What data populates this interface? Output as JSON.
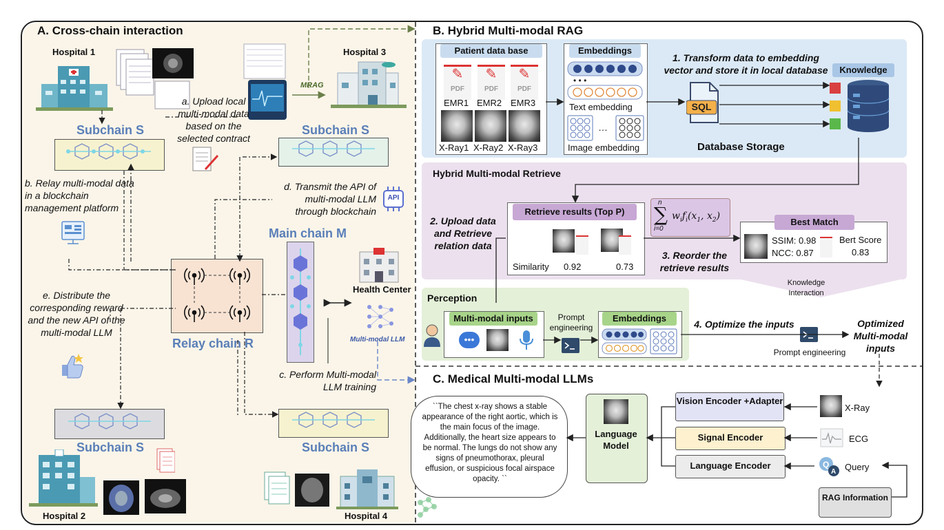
{
  "sections": {
    "a": "A. Cross-chain interaction",
    "b": "B. Hybrid Multi-modal RAG",
    "c": "C. Medical Multi-modal LLMs"
  },
  "hospitals": {
    "h1": "Hospital 1",
    "h2": "Hospital 2",
    "h3": "Hospital 3",
    "h4": "Hospital 4",
    "health_center": "Health Center"
  },
  "chains": {
    "subchain": "Subchain S",
    "main": "Main chain M",
    "relay": "Relay chain R"
  },
  "crosschain_notes": {
    "a": "a. Upload local multi-modal data based on the selected contract",
    "b": "b. Relay multi-modal data in a blockchain management platform",
    "c": "c. Perform Multi-modal LLM training",
    "d": "d. Transmit the API of multi-modal LLM through blockchain",
    "e": "e. Distribute the corresponding reward and the new API of the multi-modal LLM",
    "mrag": "MRAG",
    "api": "API",
    "mm_llm": "Multi-modal LLM"
  },
  "rag": {
    "patient_db": "Patient data base",
    "pdf": "PDF",
    "emr": [
      "EMR1",
      "EMR2",
      "EMR3"
    ],
    "xray": [
      "X-Ray1",
      "X-Ray2",
      "X-Ray3"
    ],
    "embeddings": "Embeddings",
    "text_embedding": "Text embedding",
    "image_embedding": "Image embedding",
    "step1": "1. Transform data to embedding vector and store it in local database",
    "sql": "SQL",
    "knowledge": "Knowledge",
    "db_storage": "Database Storage",
    "retrieve_title": "Hybrid Multi-modal Retrieve",
    "step2": "2. Upload data and Retrieve relation data",
    "retrieve_results": "Retrieve results (Top P)",
    "similarity": "Similarity",
    "sim_values": [
      "0.92",
      "0.73"
    ],
    "formula_lower": "i=0",
    "formula_upper": "n",
    "step3": "3. Reorder the retrieve results",
    "best_match": "Best Match",
    "ssim": "SSIM: 0.98",
    "ncc": "NCC: 0.87",
    "bert_label": "Bert Score",
    "bert_value": "0.83",
    "knowledge_interaction": "Knowledge Interaction",
    "perception": "Perception",
    "mm_inputs": "Multi-modal inputs",
    "prompt_eng": "Prompt engineering",
    "step4": "4. Optimize the inputs",
    "optimized": "Optimized Multi-modal inputs"
  },
  "llm": {
    "output_text": "``The chest x-ray shows a stable appearance of the right aortic, which is the main focus of the image. Additionally, the heart size appears to be normal. The lungs do not show any signs of pneumothorax, pleural effusion, or suspicious focal airspace opacity. ``",
    "language_model": "Language Model",
    "vision_encoder": "Vision Encoder +Adapter",
    "signal_encoder": "Signal Encoder",
    "language_encoder": "Language Encoder",
    "xray": "X-Ray",
    "ecg": "ECG",
    "query": "Query",
    "rag_info": "RAG Information"
  },
  "colors": {
    "rag_panel": "#dbe9f6",
    "retrieve_panel": "#ece0ee",
    "perception_panel": "#e4f0d8",
    "relay": "#f8e3d3",
    "main_chain": "#dcd4ec",
    "chain_label": "#5a7fb8"
  }
}
